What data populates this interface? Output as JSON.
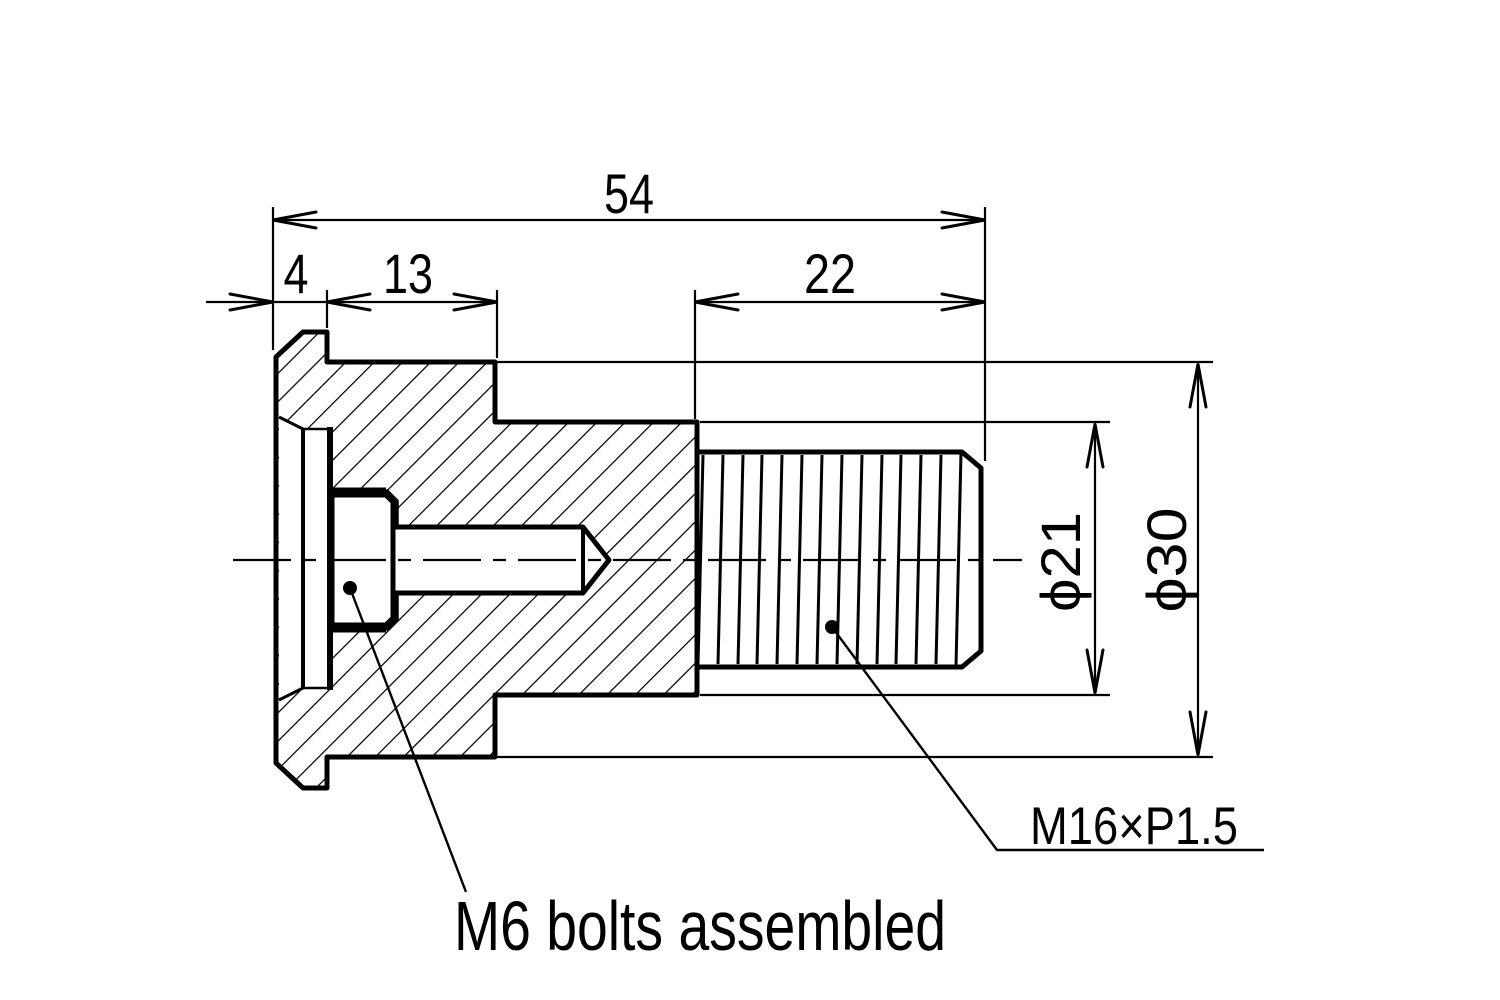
{
  "drawing": {
    "dimensions": {
      "overall_length": "54",
      "flange_thickness": "4",
      "collar_length": "13",
      "thread_length": "22",
      "shank_diameter": "ϕ21",
      "body_diameter": "ϕ30"
    },
    "callouts": {
      "thread_spec": "M16×P1.5",
      "bolt_note": "M6 bolts assembled"
    },
    "colors": {
      "line": "#000000",
      "background": "#ffffff"
    }
  }
}
